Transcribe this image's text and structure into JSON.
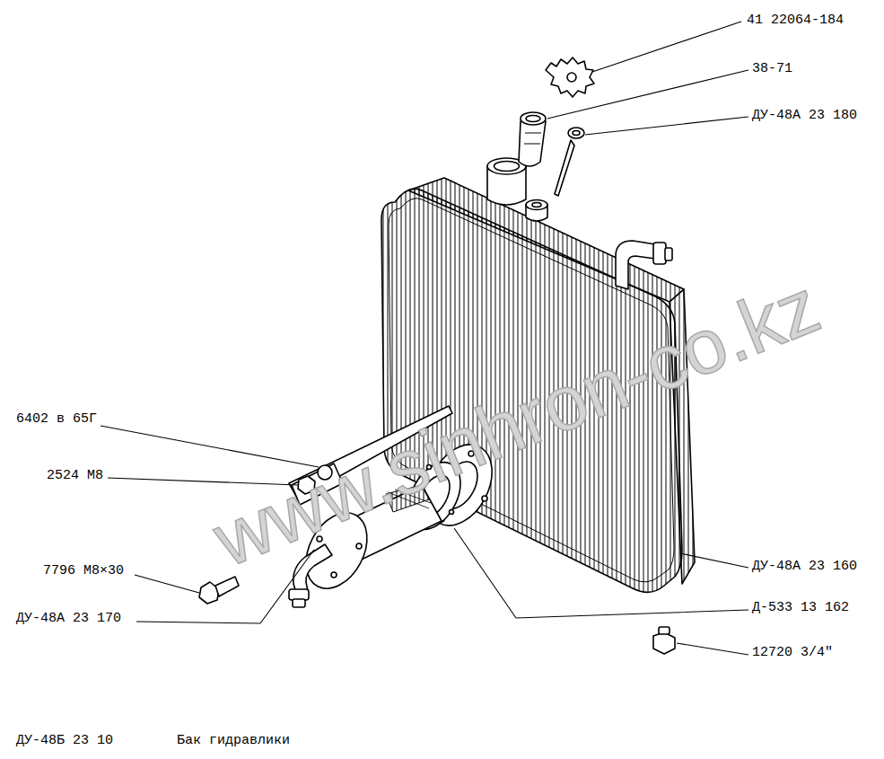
{
  "diagram": {
    "title": "Бак гидравлики",
    "labels": [
      "41 22064-184",
      "38-71",
      "ДУ-48А 23 180",
      "6402 в 65Г",
      "2524 М8",
      "7796 М8×30",
      "ДУ-48А 23 170",
      "ДУ-48А 23 160",
      "Д-533 13 162",
      "12720 3/4″",
      "ДУ-48Б 23 10",
      "www.sinhron-co.kz"
    ]
  }
}
